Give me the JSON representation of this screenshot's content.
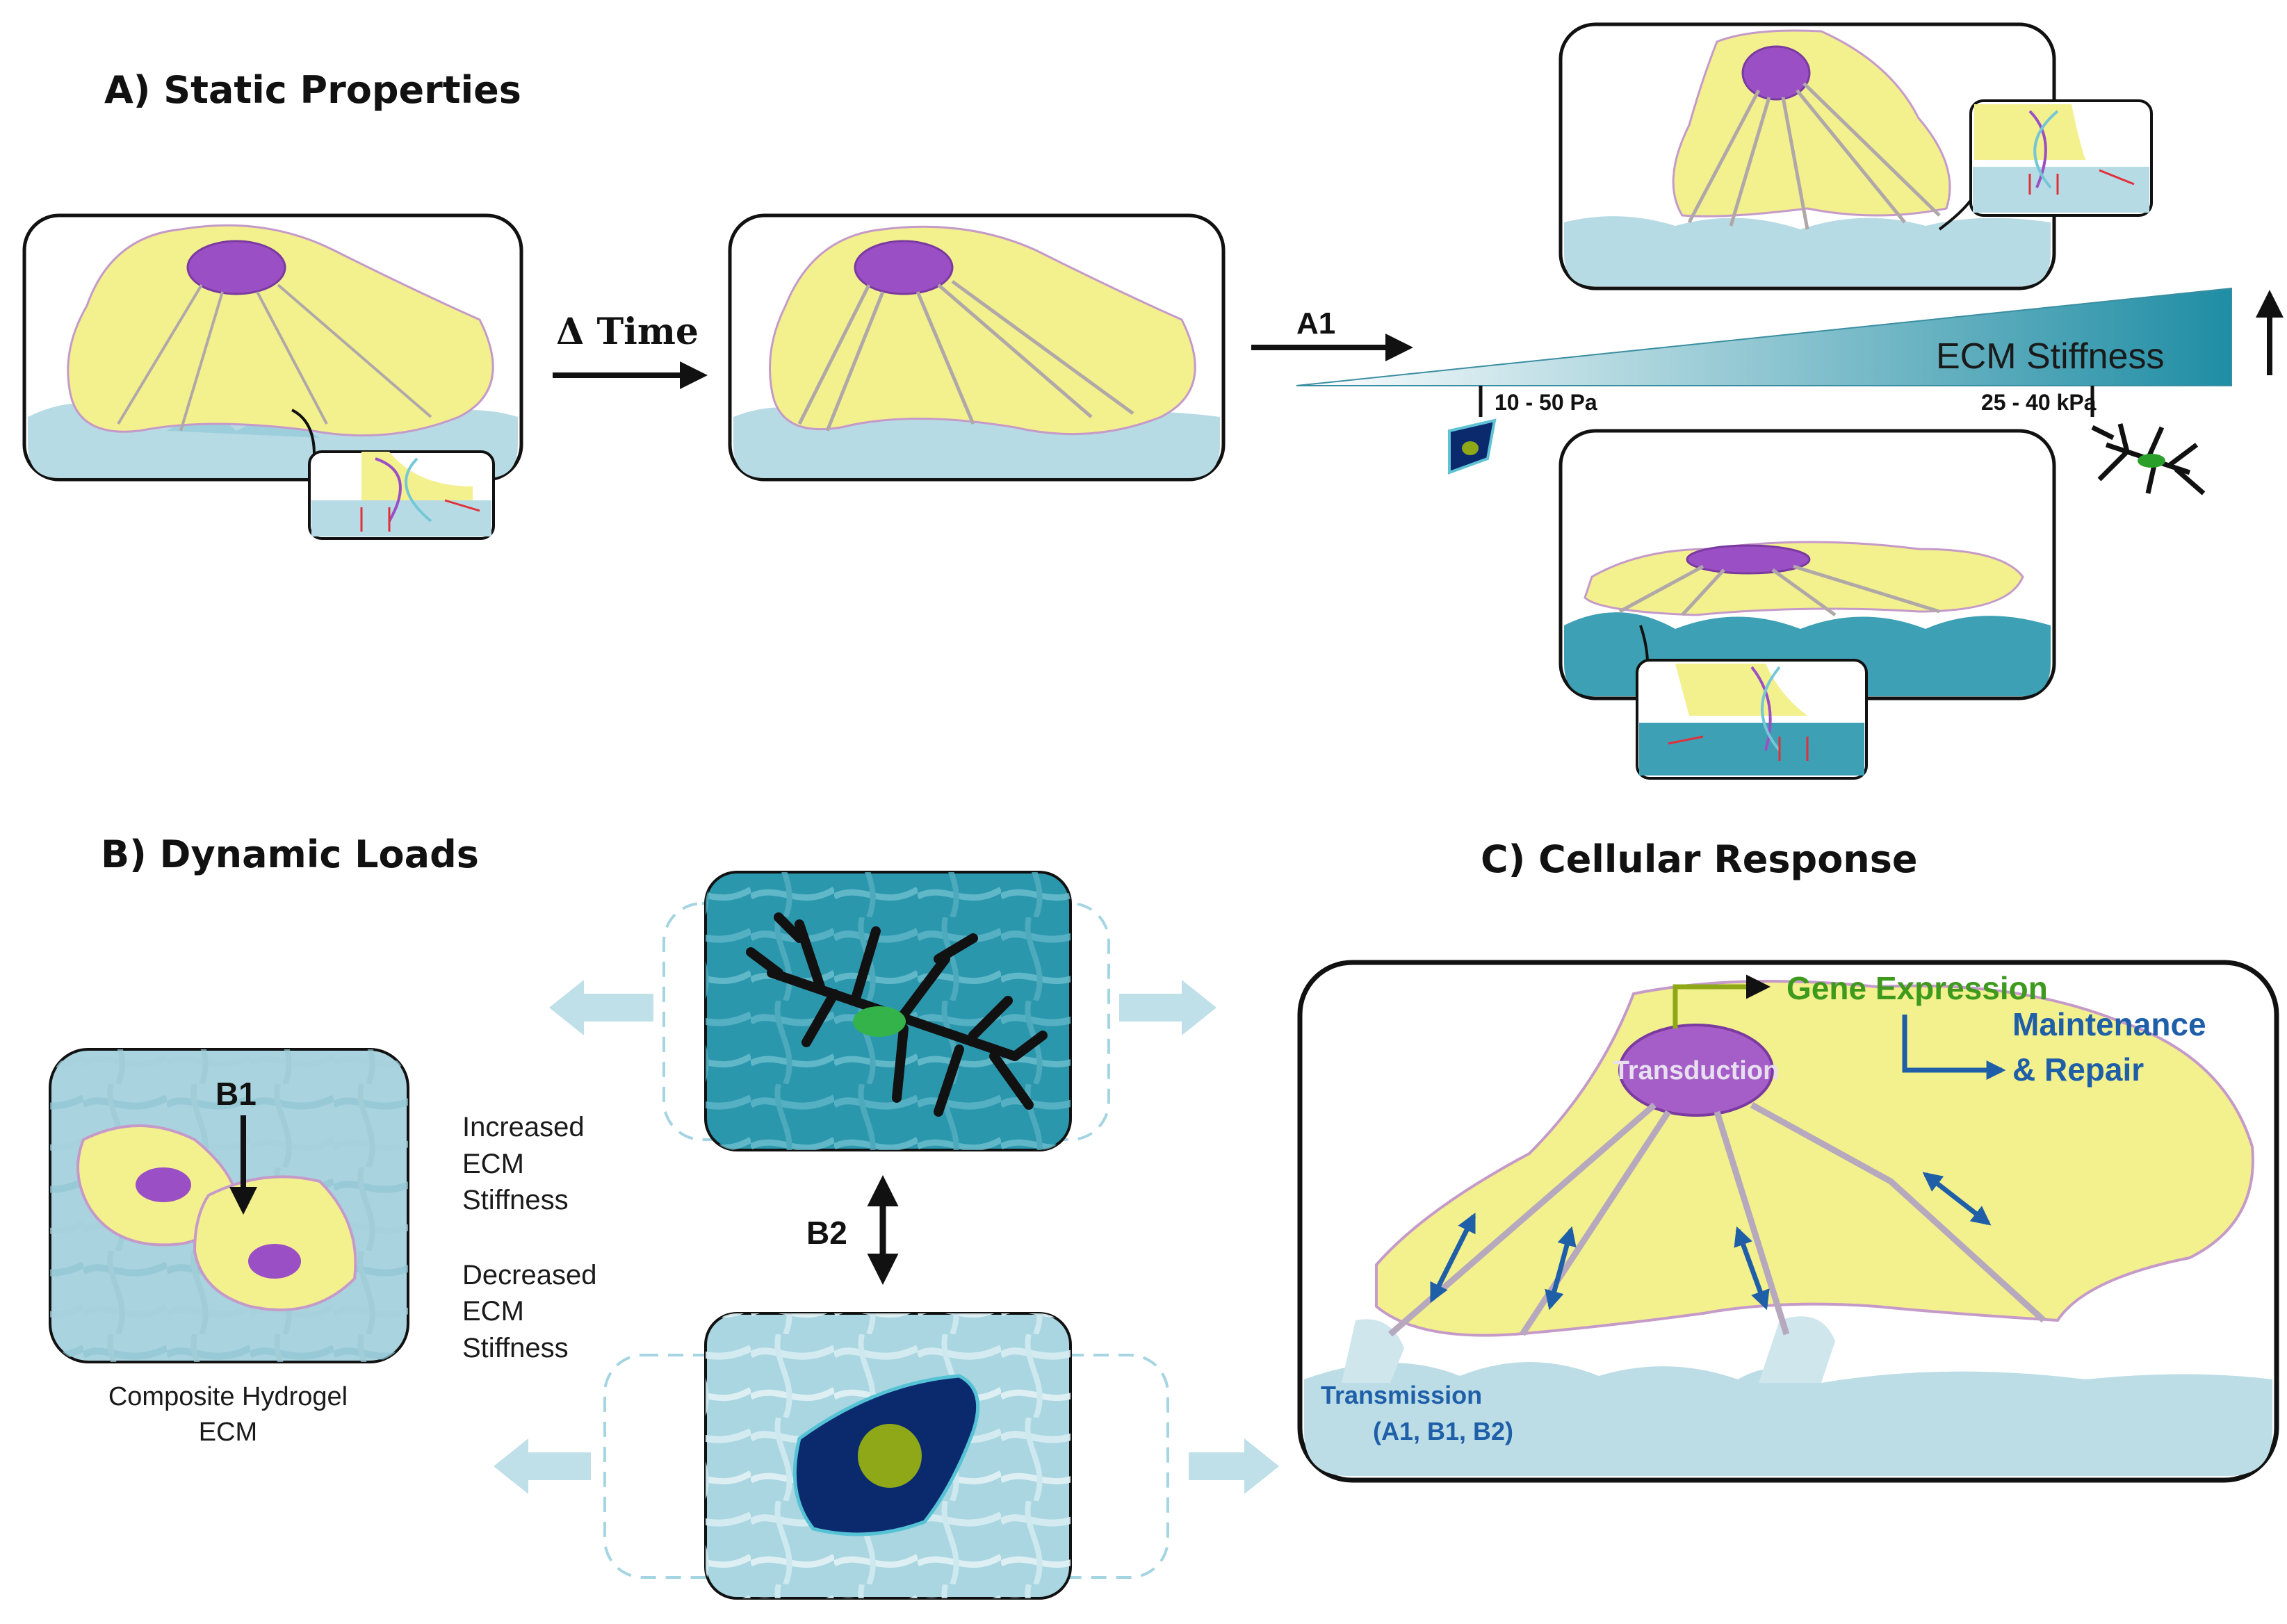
{
  "panels": {
    "a": {
      "title": "A) Static Properties"
    },
    "b": {
      "title": "B) Dynamic Loads"
    },
    "c": {
      "title": "C)  Cellular Response"
    }
  },
  "arrows": {
    "delta_time": "Δ Time",
    "a1": "A1",
    "b1": "B1",
    "b2": "B2"
  },
  "stiffness": {
    "label": "ECM Stiffness",
    "low_range": "10 - 50 Pa",
    "high_range": "25 - 40 kPa"
  },
  "dynamic": {
    "increased": [
      "Increased",
      "ECM",
      "Stiffness"
    ],
    "decreased": [
      "Decreased",
      "ECM",
      "Stiffness"
    ],
    "hydrogel": [
      "Composite Hydrogel",
      "ECM"
    ]
  },
  "response": {
    "transduction": "Transduction",
    "gene_expression": "Gene Expression",
    "maintenance": "Maintenance",
    "repair": "& Repair",
    "transmission": "Transmission",
    "transmission_refs": "(A1, B1, B2)"
  },
  "colors": {
    "cytoplasm": "#f3f08e",
    "nucleus": "#9b4fc4",
    "ecm_light": "#bcdde6",
    "ecm_dark": "#3ea0b4",
    "dark_cell": "#0b2a6e",
    "gene_text": "#3d9a1d",
    "repair_text": "#1f5fa8"
  }
}
